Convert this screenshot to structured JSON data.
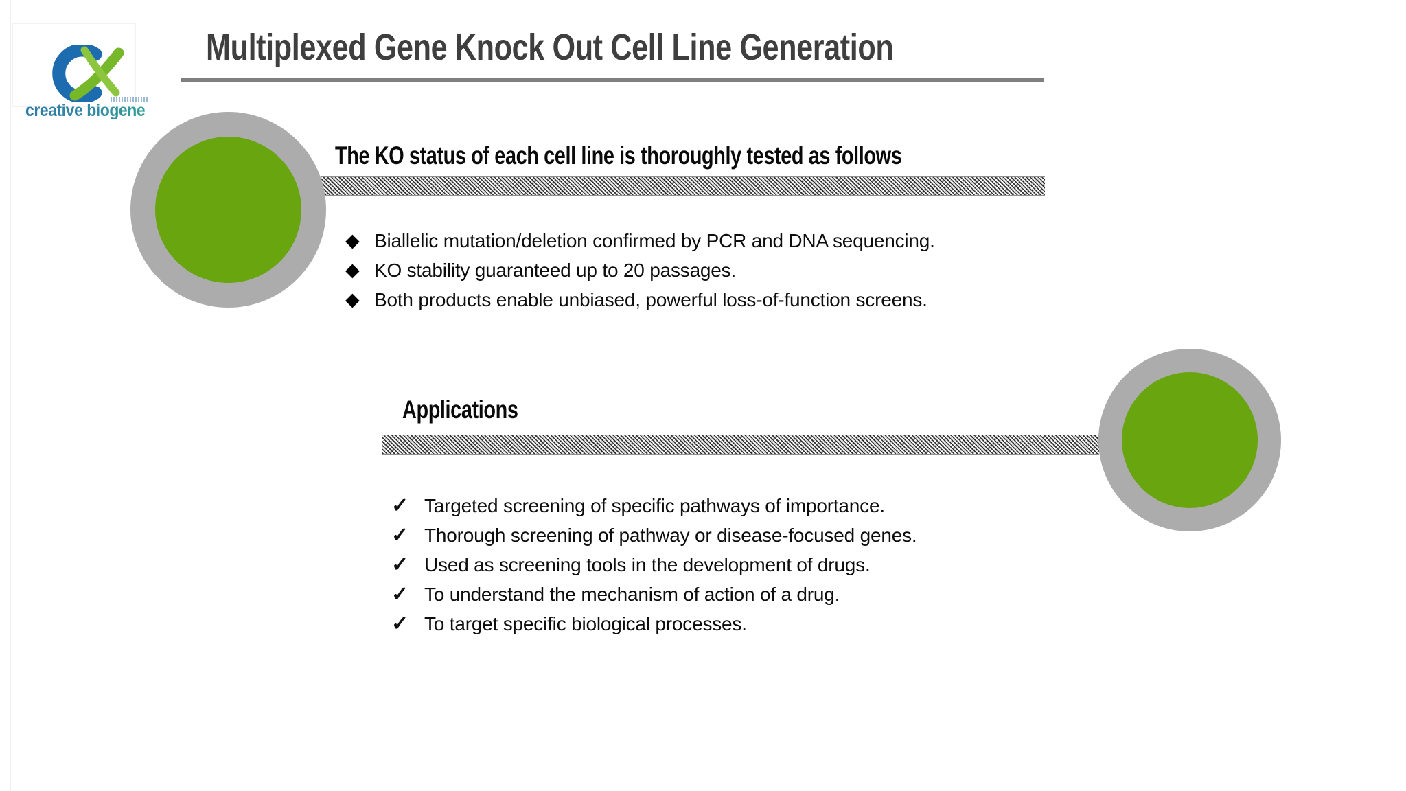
{
  "slide": {
    "title": "Multiplexed Gene Knock Out Cell Line Generation"
  },
  "logo": {
    "wordmark": "creative biogene"
  },
  "ko_section": {
    "heading": "The KO status of each cell line is thoroughly tested as follows",
    "bullet_icon": "◆",
    "bullets": [
      "Biallelic mutation/deletion confirmed by PCR and DNA sequencing.",
      "KO stability guaranteed up to 20 passages.",
      "Both products enable unbiased, powerful loss-of-function screens."
    ]
  },
  "applications_section": {
    "heading": "Applications",
    "check_icon": "✓",
    "items": [
      "Targeted screening of specific pathways of importance.",
      "Thorough screening of pathway or disease-focused genes.",
      "Used as screening tools in the development of drugs.",
      "To understand the mechanism of action of a drug.",
      "To target specific biological processes."
    ]
  },
  "colors": {
    "accent_green": "#69a50e",
    "ring_gray": "#acacac",
    "title_gray": "#3f3f3f",
    "rule_gray": "#7f7f7f",
    "text_black": "#0d0d0d",
    "logo_blue": "#1e6cb0",
    "logo_green": "#76b82a",
    "wordmark_blue_teal": "#33809f"
  }
}
